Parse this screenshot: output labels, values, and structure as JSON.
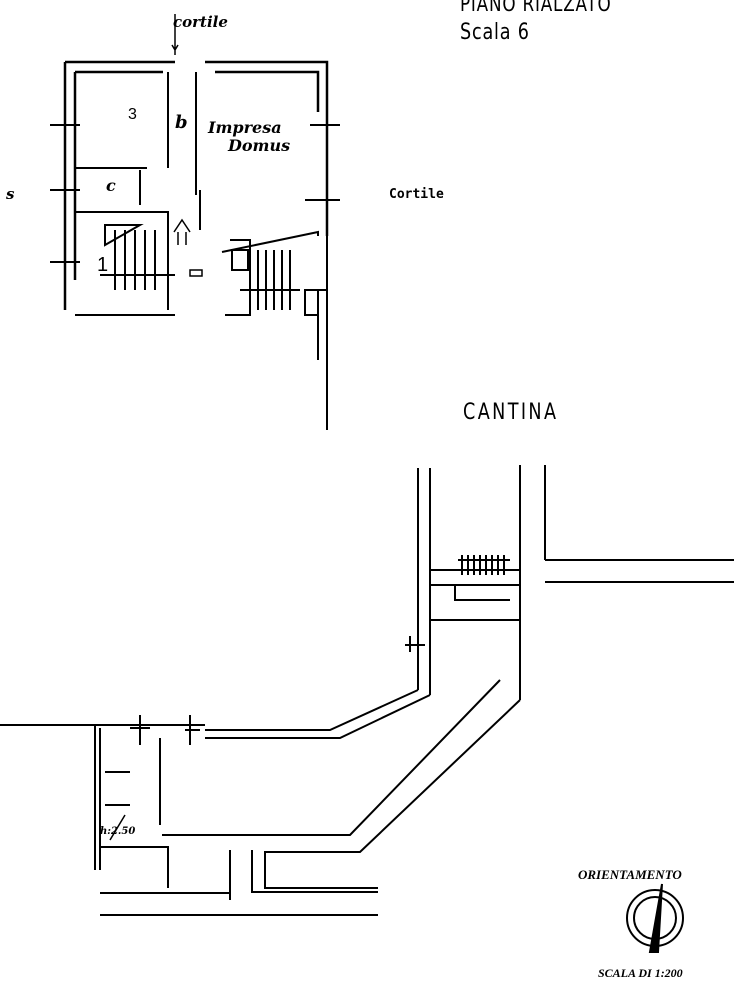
{
  "floor_title": "PIANO RIALZATO",
  "stair": "Scala 6",
  "cortile_top": "cortile",
  "courtyard": "Cortile",
  "company": [
    "Impresa",
    "Domus"
  ],
  "rooms": {
    "r3": "3",
    "b": "b",
    "c": "c",
    "r1": "1"
  },
  "left_fragment": "s",
  "cellar_title": "CANTINA",
  "height_note": "h:2.50",
  "orientation": "ORIENTAMENTO",
  "scale": "SCALA DI 1:200"
}
